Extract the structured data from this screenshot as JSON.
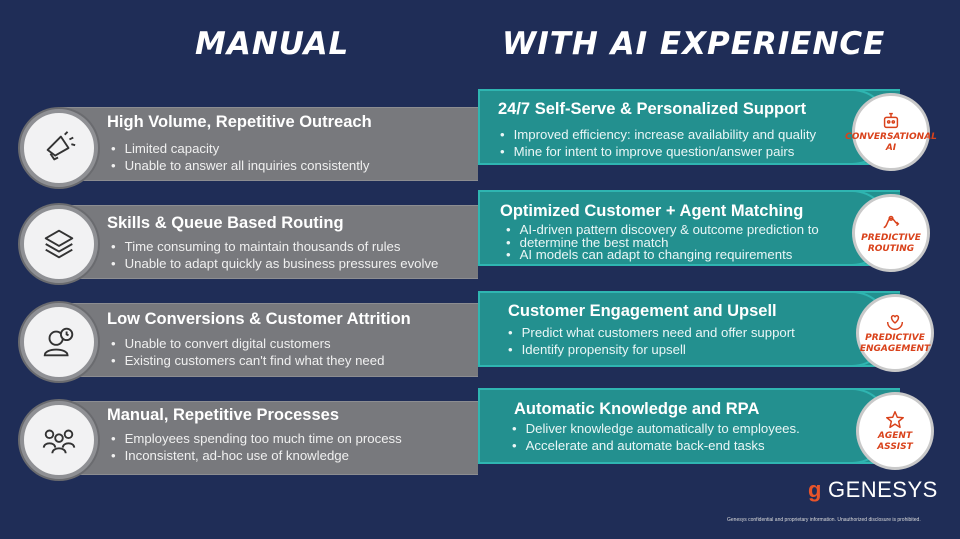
{
  "headers": {
    "manual": "MANUAL",
    "ai": "WITH AI EXPERIENCE"
  },
  "rows": [
    {
      "manual_title": "High Volume, Repetitive Outreach",
      "manual_bullets": [
        "Limited capacity",
        "Unable to answer all inquiries consistently"
      ],
      "manual_icon": "megaphone-icon",
      "ai_title": "24/7 Self-Serve & Personalized Support",
      "ai_bullets": [
        "Improved efficiency: increase availability and quality",
        "Mine for intent to improve question/answer pairs"
      ],
      "ai_badge": [
        "CONVERSATIONAL",
        "AI"
      ],
      "ai_icon": "robot-icon"
    },
    {
      "manual_title": "Skills & Queue Based Routing",
      "manual_bullets": [
        "Time consuming to maintain thousands of rules",
        "Unable to adapt quickly as business pressures evolve"
      ],
      "manual_icon": "layers-icon",
      "ai_title": "Optimized Customer + Agent Matching",
      "ai_bullets": [
        "AI-driven pattern discovery & outcome prediction to",
        "determine the best match",
        "AI models can adapt to changing requirements"
      ],
      "ai_badge": [
        "PREDICTIVE",
        "ROUTING"
      ],
      "ai_icon": "route-icon"
    },
    {
      "manual_title": "Low Conversions & Customer Attrition",
      "manual_bullets": [
        "Unable to convert digital customers",
        "Existing customers can't find what they need"
      ],
      "manual_icon": "person-clock-icon",
      "ai_title": "Customer Engagement and Upsell",
      "ai_bullets": [
        "Predict what customers need and offer support",
        "Identify propensity for upsell"
      ],
      "ai_badge": [
        "PREDICTIVE",
        "ENGAGEMENT"
      ],
      "ai_icon": "heart-hands-icon"
    },
    {
      "manual_title": "Manual, Repetitive Processes",
      "manual_bullets": [
        "Employees spending too much time on process",
        "Inconsistent, ad-hoc use of knowledge"
      ],
      "manual_icon": "group-icon",
      "ai_title": "Automatic Knowledge and RPA",
      "ai_bullets": [
        "Deliver knowledge automatically to employees.",
        "Accelerate and automate back-end tasks"
      ],
      "ai_badge": [
        "AGENT",
        "ASSIST"
      ],
      "ai_icon": "star-icon"
    }
  ],
  "logo": {
    "text": "GENESYS",
    "mark": "g"
  },
  "footer": "Genesys confidential and proprietary information. Unauthorized disclosure is prohibited.",
  "colors": {
    "background": "#1f2d57",
    "manual_bar": "#78797d",
    "ai_bar": "#23908f",
    "ai_badge_text": "#d9421b",
    "logo_mark": "#e8542a"
  }
}
